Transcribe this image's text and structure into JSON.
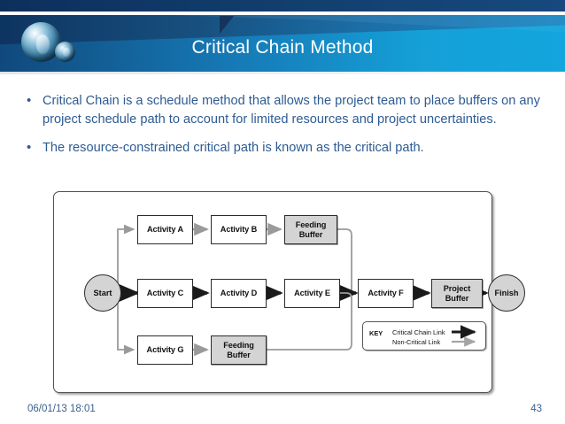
{
  "header": {
    "title": "Critical Chain Method",
    "logo_icon": "glossy-orb-logo",
    "triangle_icon": "corner-triangle-accent"
  },
  "body": {
    "bullet_marker": "•",
    "bullets": [
      "Critical Chain is a schedule method that allows the project team to place buffers on any project schedule path to account for limited resources and project uncertainties.",
      "The resource-constrained critical path is known as the critical path."
    ]
  },
  "diagram": {
    "nodes": {
      "start": "Start",
      "activity_a": "Activity A",
      "activity_b": "Activity B",
      "feeding_buffer_top": "Feeding\nBuffer",
      "feeding_buffer_top_l1": "Feeding",
      "feeding_buffer_top_l2": "Buffer",
      "activity_c": "Activity C",
      "activity_d": "Activity D",
      "activity_e": "Activity E",
      "activity_f": "Activity F",
      "project_buffer_l1": "Project",
      "project_buffer_l2": "Buffer",
      "finish": "Finish",
      "activity_g": "Activity G",
      "feeding_buffer_bottom_l1": "Feeding",
      "feeding_buffer_bottom_l2": "Buffer"
    },
    "legend": {
      "title": "KEY",
      "critical_link": "Critical Chain Link",
      "noncritical_link": "Non-Critical Link"
    },
    "colors": {
      "critical_arrow": "#1a1a1a",
      "noncritical_arrow": "#9a9a9a",
      "buffer_fill": "#d4d4d4",
      "node_border": "#2b2b2b"
    }
  },
  "footer": {
    "date": "06/01/13 18:01",
    "page_number": "43"
  },
  "theme": {
    "title_color": "#ffffff",
    "text_color": "#2d5b92",
    "header_dark": "#0e3460",
    "header_cyan": "#13a5dd"
  }
}
